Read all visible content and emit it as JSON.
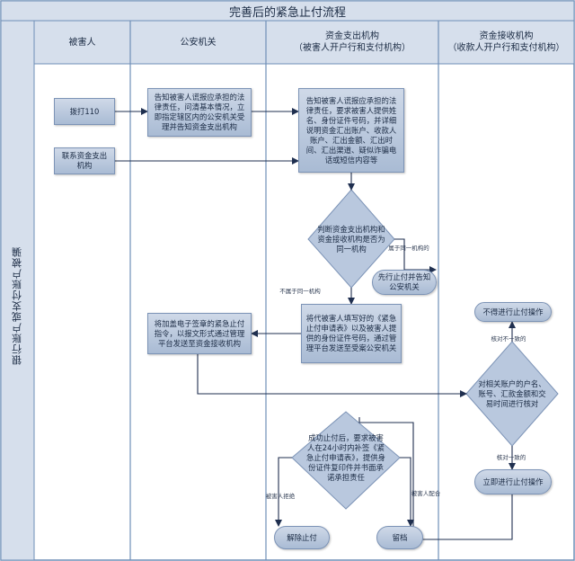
{
  "title": "完善后的紧急止付流程",
  "side_label": "银行账户或支付账户被骗",
  "lanes": {
    "victim": "被害人",
    "police": "公安机关",
    "payer_inst": "资金支出机构",
    "payer_inst_sub": "（被害人开户行和支付机构）",
    "payee_inst": "资金接收机构",
    "payee_inst_sub": "（收款人开户行和支付机构）"
  },
  "nodes": {
    "dial110": "拨打110",
    "contact_payer": "联系资金支出机构",
    "police_inform": "告知被害人谎报应承担的法律责任，问清基本情况，立即指定辖区内的公安机关受理并告知资金支出机构",
    "payer_inform": "告知被害人谎报应承担的法律责任，要求被害人提供姓名、身份证件号码，并详细说明资金汇出账户、收款人账户、汇出金额、汇出时间、汇出渠道、疑似诈骗电话或短信内容等",
    "judge_same": "判断资金支出机构和资金接收机构是否为同一机构",
    "stop_first": "先行止付并告知公安机关",
    "fill_form": "将代被害人填写好的《紧急止付申请表》以及被害人提供的身份证件号码，通过管理平台发送至受案公安机关",
    "police_send": "将加盖电子签章的紧急止付指令，以报文形式通过管理平台发送至资金接收机构",
    "verify": "对相关账户的户名、账号、汇款金额和交易时间进行核对",
    "no_stop": "不得进行止付操作",
    "do_stop": "立即进行止付操作",
    "after_stop": "成功止付后，要求被害人在24小时内补签《紧急止付申请表》，提供身份证件复印件并书面承诺承担责任",
    "release": "解除止付",
    "archive": "留档"
  },
  "edge_labels": {
    "same": "属于同一机构的",
    "not_same": "不属于同一机构",
    "mismatch": "核对不一致的",
    "match": "核对一致的",
    "refuse": "被害人拒绝",
    "cooperate": "被害人配合"
  },
  "colors": {
    "frame": "#6f8fb7",
    "header_bg": "#d6dfec",
    "node_fill": "#b9c8de",
    "node_border": "#7c93b6",
    "arrow": "#1f2f4f"
  }
}
